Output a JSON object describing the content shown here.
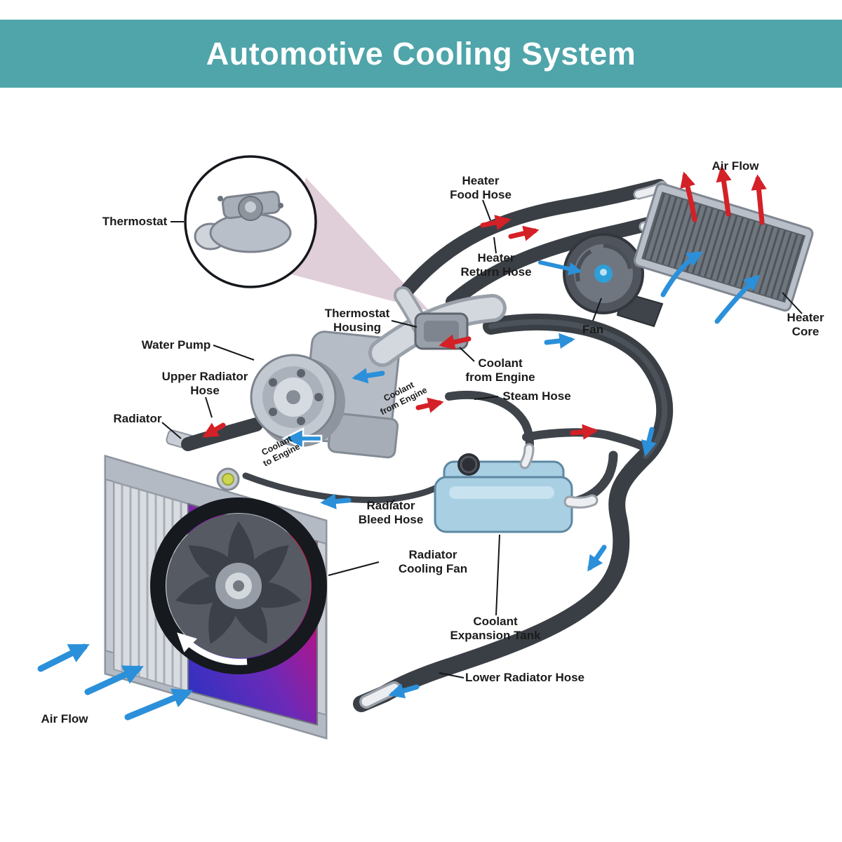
{
  "header": {
    "title": "Automotive Cooling System"
  },
  "labels": {
    "thermostat": "Thermostat",
    "heater_food_hose": "Heater\nFood Hose",
    "heater_return_hose": "Heater\nReturn Hose",
    "air_flow_top": "Air Flow",
    "heater_core": "Heater\nCore",
    "fan": "Fan",
    "thermostat_housing": "Thermostat\nHousing",
    "coolant_from_engine": "Coolant\nfrom Engine",
    "water_pump": "Water Pump",
    "upper_radiator_hose": "Upper Radiator\nHose",
    "radiator": "Radiator",
    "steam_hose": "Steam Hose",
    "coolant_from_engine_small": "Coolant\nfrom Engine",
    "coolant_to_engine_small": "Coolant\nto Engine",
    "radiator_bleed_hose": "Radiator\nBleed Hose",
    "radiator_cooling_fan": "Radiator\nCooling Fan",
    "coolant_expansion_tank": "Coolant\nExpansion Tank",
    "lower_radiator_hose": "Lower Radiator Hose",
    "air_flow_bottom": "Air Flow"
  },
  "colors": {
    "header_bg": "#4fa5a9",
    "title_text": "#ffffff",
    "label_text": "#1b1b1b",
    "hot_flow": "#d42027",
    "cold_flow": "#2b90d9",
    "hose": "#3a3f45",
    "tank": "#a9cfe3",
    "radiator_core_hot": "#d41a20",
    "radiator_core_cold": "#2433c4"
  }
}
